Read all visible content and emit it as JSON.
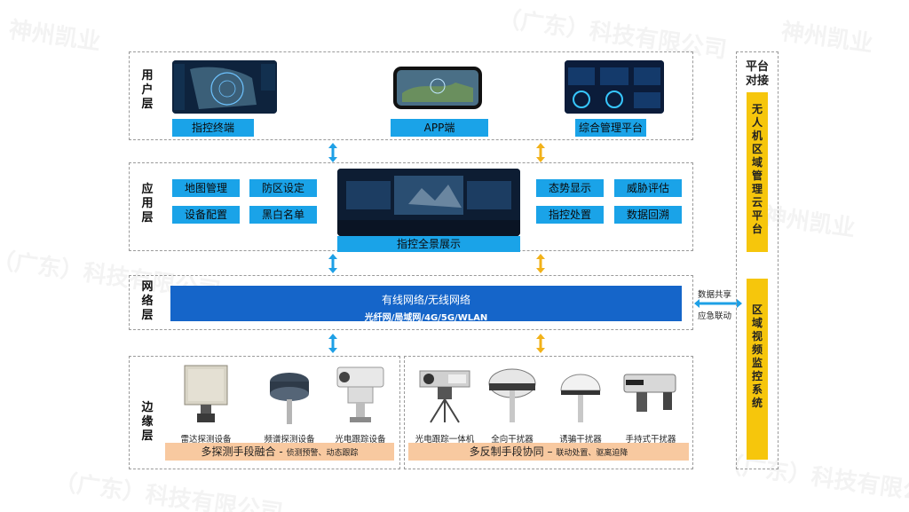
{
  "watermark": {
    "text_a": "神州凯业",
    "text_b": "（广东）科技有限公司"
  },
  "layers": {
    "user": {
      "label": "用户层",
      "items": [
        "指控终端",
        "APP端",
        "综合管理平台"
      ]
    },
    "app": {
      "label": "应用层",
      "left_items": [
        "地图管理",
        "防区设定",
        "设备配置",
        "黑白名单"
      ],
      "center_caption": "指控全景展示",
      "right_items": [
        "态势显示",
        "威胁评估",
        "指控处置",
        "数据回溯"
      ]
    },
    "network": {
      "label": "网络层",
      "line1": "有线网络/无线网络",
      "line2": "光纤网/局域网/4G/5G/WLAN"
    },
    "edge": {
      "label": "边缘层",
      "detect_devices": [
        "雷达探测设备",
        "频谱探测设备",
        "光电跟踪设备"
      ],
      "counter_devices": [
        "光电跟踪一体机",
        "全向干扰器",
        "诱骗干扰器",
        "手持式干扰器"
      ],
      "detect_banner": {
        "main": "多探测手段融合 - ",
        "sub": "侦测预警、动态跟踪"
      },
      "counter_banner": {
        "main": "多反制手段协同 – ",
        "sub": "联动处置、驱离迫降"
      }
    }
  },
  "platform": {
    "title": "平台对接",
    "cloud": "无人机区域管理云平台",
    "video": "区域视频监控系统",
    "share_label": "数据共享",
    "emergency_label": "应急联动"
  },
  "colors": {
    "tag_blue": "#1aa3e8",
    "net_blue": "#1565c9",
    "yellow": "#f6c60c",
    "peach": "#f8c9a0",
    "arrow_blue": "#1ea0e6",
    "arrow_yellow": "#f2b21a"
  }
}
